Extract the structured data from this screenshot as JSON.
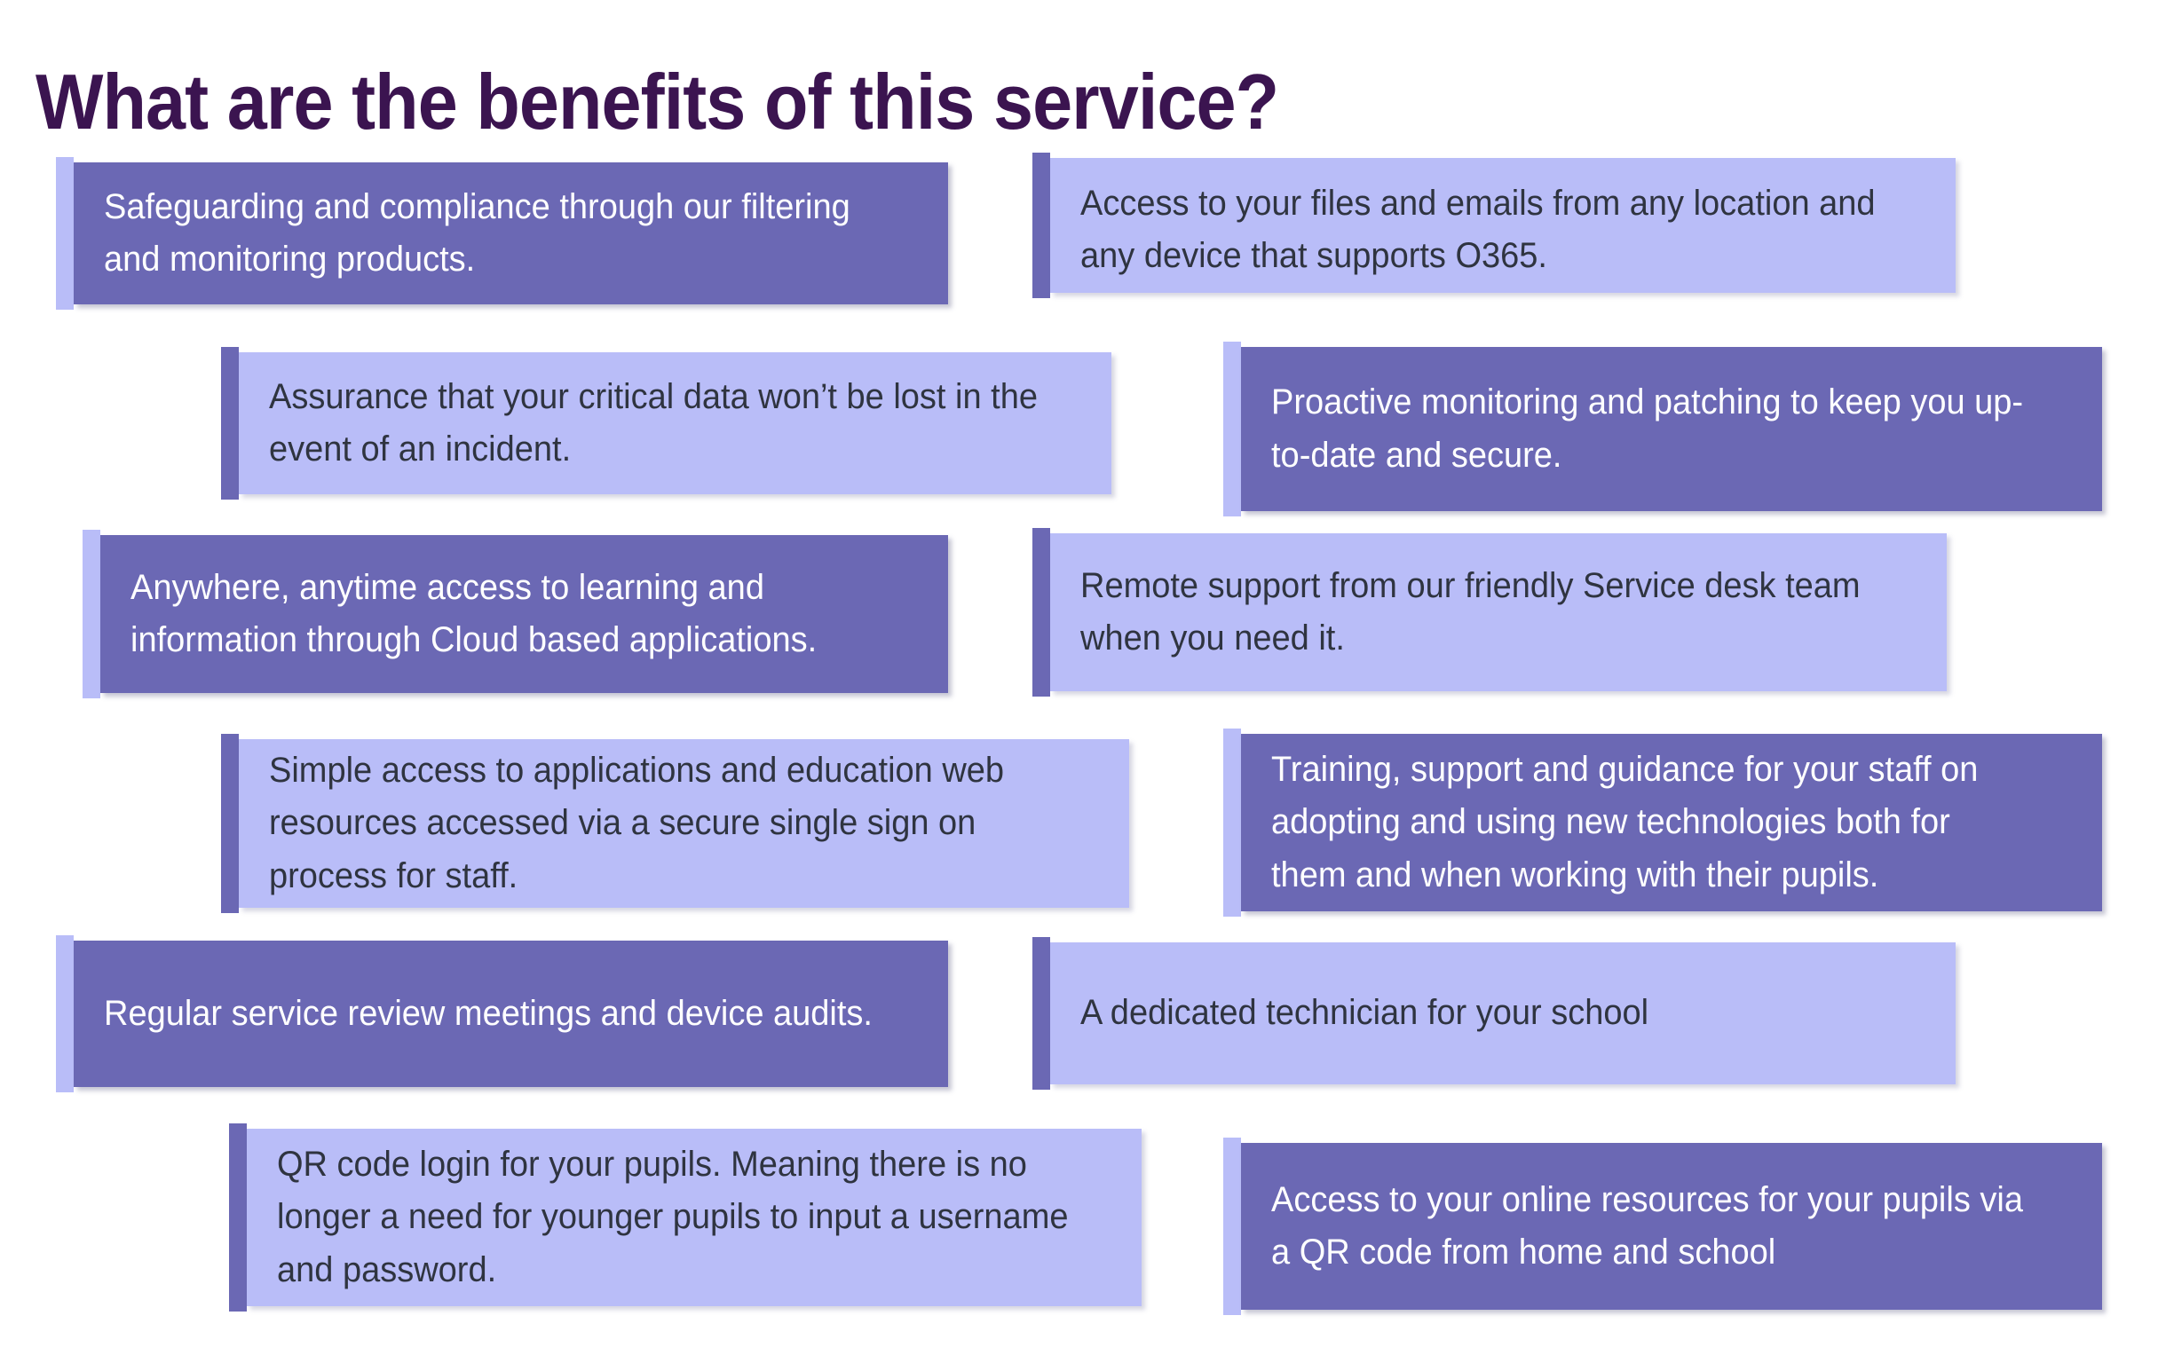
{
  "page": {
    "title": "What are the benefits of this service?",
    "title_color": "#3b1450",
    "background": "#ffffff"
  },
  "theme": {
    "dark_fill": "#6b68b4",
    "light_fill": "#b9bdf8",
    "dark_text": "#2f3440",
    "light_text": "#ffffff"
  },
  "benefits": [
    {
      "id": "safeguarding-compliance",
      "text": "Safeguarding and compliance through our filtering and monitoring products.",
      "style": "dark",
      "column": "left",
      "row": 1
    },
    {
      "id": "access-files-emails",
      "text": "Access to your files and emails from any location and any device that supports O365.",
      "style": "light",
      "column": "right",
      "row": 1
    },
    {
      "id": "data-assurance",
      "text": "Assurance that your critical data won’t be lost in the event of an incident.",
      "style": "light",
      "column": "left",
      "row": 2
    },
    {
      "id": "proactive-monitoring",
      "text": "Proactive monitoring and patching to keep you up-to-date and secure.",
      "style": "dark",
      "column": "right",
      "row": 2
    },
    {
      "id": "anywhere-anytime-access",
      "text": "Anywhere, anytime access to learning and information through Cloud based applications.",
      "style": "dark",
      "column": "left",
      "row": 3
    },
    {
      "id": "remote-support",
      "text": "Remote support from our friendly Service desk team when you need it.",
      "style": "light",
      "column": "right",
      "row": 3
    },
    {
      "id": "single-sign-on",
      "text": "Simple access to applications and education web resources accessed via a secure single sign on process for staff.",
      "style": "light",
      "column": "left",
      "row": 4
    },
    {
      "id": "training-support-guidance",
      "text": "Training, support and guidance for your staff on adopting and using new technologies both for them and when working with their pupils.",
      "style": "dark",
      "column": "right",
      "row": 4
    },
    {
      "id": "service-review-meetings",
      "text": "Regular service review meetings and device audits.",
      "style": "dark",
      "column": "left",
      "row": 5
    },
    {
      "id": "dedicated-technician",
      "text": "A dedicated technician for your school",
      "style": "light",
      "column": "right",
      "row": 5
    },
    {
      "id": "qr-code-login",
      "text": "QR code login for your pupils. Meaning there is no longer a need for younger pupils to input a username and password.",
      "style": "light",
      "column": "left",
      "row": 6
    },
    {
      "id": "online-resources-qr",
      "text": "Access to your online resources for your pupils via a QR code from home and school",
      "style": "dark",
      "column": "right",
      "row": 6
    }
  ]
}
